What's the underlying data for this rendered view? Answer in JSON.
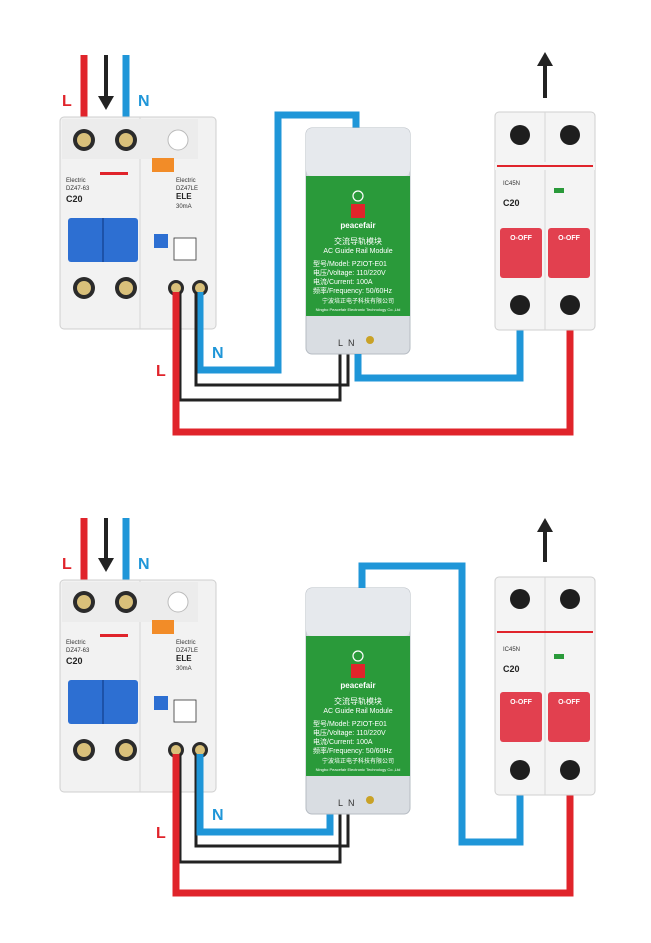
{
  "diagrams": [
    {
      "labels": {
        "l_in": "L",
        "n_in": "N",
        "l_out": "L",
        "n_out": "N"
      },
      "rcbo": {
        "brand": "Electric",
        "model": "DZ47-63",
        "rating": "C20",
        "rcd_brand": "Electric",
        "rcd_model": "DZ47LE",
        "rcd_sub": "ELE",
        "rcd_current": "30mA"
      },
      "module": {
        "brand": "peacefair",
        "title_cn": "交流导轨模块",
        "title_en": "AC Guide Rail Module",
        "model": "型号/Model: PZIOT-E01",
        "voltage": "电压/Voltage: 110/220V",
        "current": "电流/Current: 100A",
        "frequency": "频率/Frequency: 50/60Hz",
        "company_cn": "宁波培正电子科技有限公司",
        "company_en": "Ningbo Peacefair Electronic Technology Co.,Ltd",
        "terminal_l": "L",
        "terminal_n": "N"
      },
      "breaker": {
        "model": "IC45N",
        "rating": "C20",
        "off_left": "O-OFF",
        "off_right": "O-OFF"
      }
    },
    {
      "labels": {
        "l_in": "L",
        "n_in": "N",
        "l_out": "L",
        "n_out": "N"
      },
      "rcbo": {
        "brand": "Electric",
        "model": "DZ47-63",
        "rating": "C20",
        "rcd_brand": "Electric",
        "rcd_model": "DZ47LE",
        "rcd_sub": "ELE",
        "rcd_current": "30mA"
      },
      "module": {
        "brand": "peacefair",
        "title_cn": "交流导轨模块",
        "title_en": "AC Guide Rail Module",
        "model": "型号/Model: PZIOT-E01",
        "voltage": "电压/Voltage: 110/220V",
        "current": "电流/Current: 100A",
        "frequency": "频率/Frequency: 50/60Hz",
        "company_cn": "宁波培正电子科技有限公司",
        "company_en": "Ningbo Peacefair Electronic Technology Co.,Ltd",
        "terminal_l": "L",
        "terminal_n": "N"
      },
      "breaker": {
        "model": "IC45N",
        "rating": "C20",
        "off_left": "O-OFF",
        "off_right": "O-OFF"
      }
    }
  ],
  "colors": {
    "live": "#e0242b",
    "neutral": "#1f96d8",
    "module_green": "#2a9a3a",
    "module_body": "#d9dde2",
    "breaker_red": "#e2404f",
    "rcbo_blue": "#2d6fd2"
  }
}
